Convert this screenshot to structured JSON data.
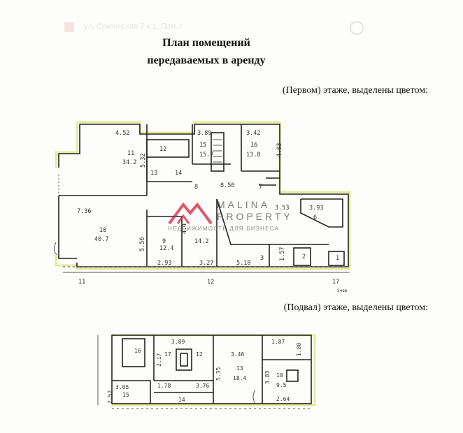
{
  "faint_header_text": "ул. Сретенская 7 к.1, Пом. I",
  "title_line1": "План помещений",
  "title_line2": "передаваемых в аренду",
  "caption_first_floor": "(Первом) этаже, выделены цветом:",
  "caption_basement": "(Подвал) этаже, выделены цветом:",
  "watermark": {
    "line1": "MALINA",
    "line2": "PROPERTY",
    "slogan": "НЕДВИЖИМОСТЬ ДЛЯ БИЗНЕСА",
    "accent_color": "#d61f3c"
  },
  "highlight_color": "#e4ec9a",
  "first_floor_labels": {
    "r11_dim": "4.52",
    "r11_num": "11",
    "r11_area": "34.2",
    "r11_side": "5.32",
    "r12": "12",
    "r13": "13",
    "r14": "14",
    "r15_dim": "3.89",
    "r15_num": "15",
    "r15_area": "15.7",
    "r16_dim": "3.42",
    "r16_num": "16",
    "r16_area": "13.8",
    "r16_side": "4.03",
    "r8_num": "8",
    "r8_dim": "8.50",
    "r7": "7",
    "r10_dim": "7.36",
    "r10_num": "10",
    "r10_area": "40.7",
    "r10_side": "5.56",
    "r9_num": "9",
    "r9_area": "12.4",
    "r5_side": "4.4",
    "r5_area": "14.2",
    "dim_293": "2.93",
    "dim_327": "3.27",
    "dim_518": "5.18",
    "r3": "3",
    "r2": "2",
    "r1": "1",
    "dim_157": "1.57",
    "dim_353": "3.53",
    "r6_dim": "3.93",
    "r6_num": "6",
    "axis_11": "11",
    "axis_12": "12",
    "axis_17": "17",
    "axis_chevron": "Sчeв"
  },
  "basement_labels": {
    "dim_389": "3.89",
    "dim_346": "3.46",
    "dim_187": "1.87",
    "dim_180": "1.80",
    "r16": "16",
    "r17": "17",
    "dim_217": "2.17",
    "r12": "12",
    "r13_num": "13",
    "r13_area": "18.4",
    "r13_side": "5.35",
    "dim_178": "1.78",
    "dim_376": "3.76",
    "r15_dim": "3.05",
    "r15_num": "15",
    "r15_side": "2.52",
    "r14": "14",
    "r10_num": "10",
    "r10_area": "9.5",
    "dim_383": "3.83",
    "dim_264": "2.64"
  }
}
